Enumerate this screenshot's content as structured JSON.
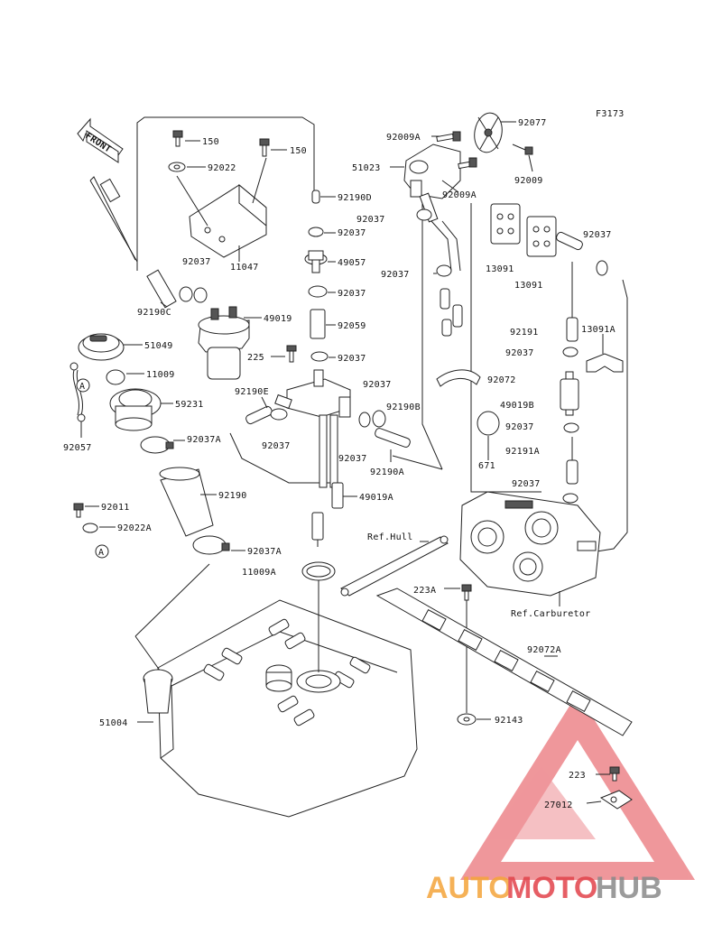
{
  "figure_code": "F3173",
  "front_label": "FRONT",
  "callouts": {
    "c150a": "150",
    "c150b": "150",
    "c92022": "92022",
    "c92190D": "92190D",
    "c92037_a": "92037",
    "c11047": "11047",
    "c92037_b": "92037",
    "c49057": "49057",
    "c92190C": "92190C",
    "c92037_c": "92037",
    "c49019": "49019",
    "c92059": "92059",
    "c51049": "51049",
    "c11009": "11009",
    "c225": "225",
    "c92037_d": "92037",
    "c92190E": "92190E",
    "c59231": "59231",
    "c92037_e": "92037",
    "c92190B": "92190B",
    "c92037_f": "92037",
    "c92057": "92057",
    "c92037A_a": "92037A",
    "c92037_g": "92037",
    "c92190A": "92190A",
    "c92190": "92190",
    "c49019A": "49019A",
    "c92011": "92011",
    "c92022A": "92022A",
    "c92037A_b": "92037A",
    "c11009A": "11009A",
    "c51004": "51004",
    "c92009A_a": "92009A",
    "c92077": "92077",
    "c51023": "51023",
    "c92009": "92009",
    "c92009A_b": "92009A",
    "c92037_h": "92037",
    "c13091a": "13091",
    "c92037_i": "92037",
    "c13091b": "13091",
    "c92037_j": "92037",
    "c92191": "92191",
    "c13091A": "13091A",
    "c92037_k": "92037",
    "c92072": "92072",
    "c49019B": "49019B",
    "c92037_l": "92037",
    "c671": "671",
    "c92191A": "92191A",
    "c92037_m": "92037",
    "c223A": "223A",
    "c92072A": "92072A",
    "c92143": "92143",
    "c223": "223",
    "c27012": "27012"
  },
  "references": {
    "hull": "Ref.Hull",
    "carburetor": "Ref.Carburetor"
  },
  "markers": {
    "a1": "A",
    "a2": "A"
  },
  "watermark": {
    "part1": "AUTO",
    "part2": "MOTO",
    "part3": "HUB",
    "color_orange": "#f4a43a",
    "color_red": "#e2434b",
    "color_gray": "#8a8a8a"
  }
}
